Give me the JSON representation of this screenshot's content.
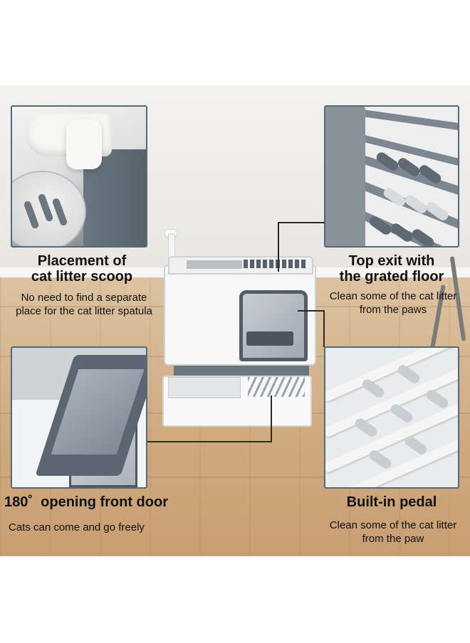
{
  "features": {
    "scoop": {
      "title_line1": "Placement of",
      "title_line2": "cat litter scoop",
      "desc_line1": "No need to find a separate",
      "desc_line2": "place for the cat litter spatula"
    },
    "top_exit": {
      "title_line1": "Top exit with",
      "title_line2": "the grated floor",
      "desc_line1": "Clean some of the cat litter",
      "desc_line2": "from the paws"
    },
    "front_door": {
      "title": "180˚  opening front door",
      "desc": "Cats can come and go freely"
    },
    "pedal": {
      "title": "Built-in pedal",
      "desc_line1": "Clean some of the cat litter",
      "desc_line2": "from the paw"
    }
  },
  "colors": {
    "panel_border": "#4f6b7c",
    "product_gray": "#6b7681",
    "product_white": "#f7f7f7"
  }
}
